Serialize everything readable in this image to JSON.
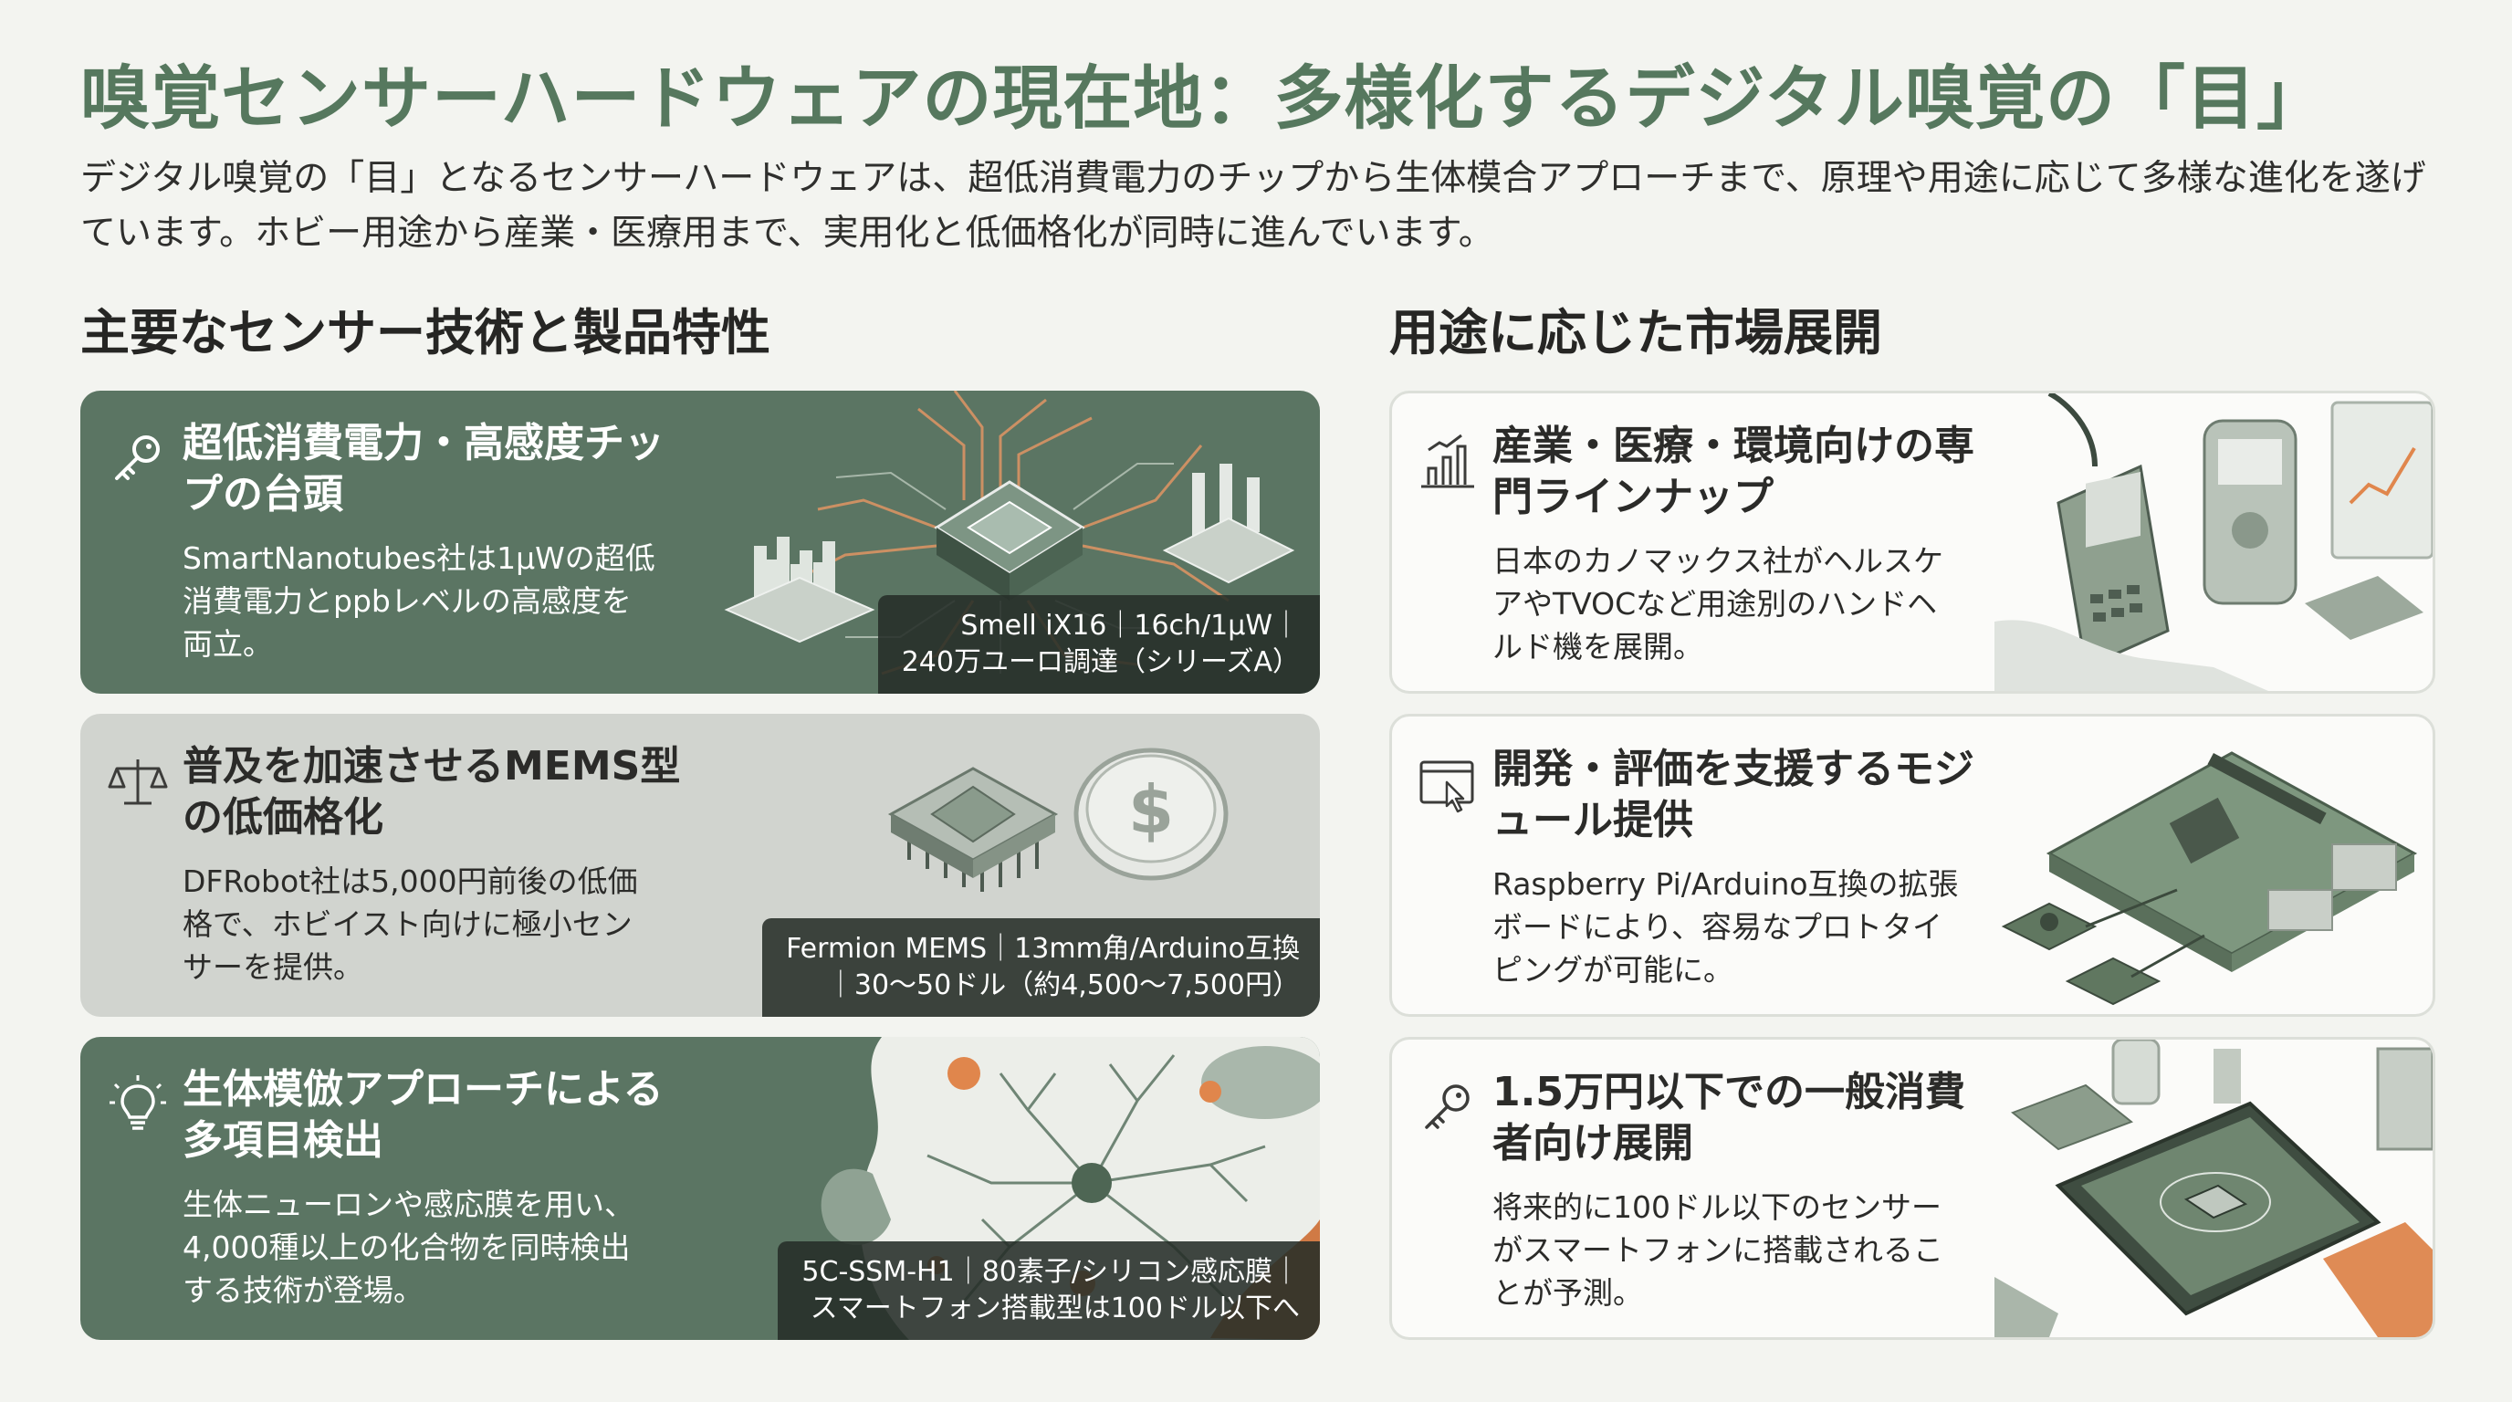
{
  "title": "嗅覚センサーハードウェアの現在地：多様化するデジタル嗅覚の「目」",
  "subtitle": "デジタル嗅覚の「目」となるセンサーハードウェアは、超低消費電力のチップから生体模合アプローチまで、原理や用途に応じて多様な進化を遂げています。ホビー用途から産業・医療用まで、実用化と低価格化が同時に進んでいます。",
  "left": {
    "heading": "主要なセンサー技術と製品特性",
    "cards": [
      {
        "title": "超低消費電力・高感度チップの台頭",
        "desc": "SmartNanotubes社は1μWの超低消費電力とppbレベルの高感度を両立。",
        "spec1": "Smell iX16｜16ch/1μW｜",
        "spec2": "240万ユーロ調達（シリーズA）",
        "icon": "key-icon"
      },
      {
        "title": "普及を加速させるMEMS型の低価格化",
        "desc": "DFRobot社は5,000円前後の低価格で、ホビイスト向けに極小センサーを提供。",
        "spec1": "Fermion MEMS｜13mm角/Arduino互換",
        "spec2": "｜30〜50ドル（約4,500〜7,500円）",
        "icon": "scale-icon"
      },
      {
        "title": "生体模倣アプローチによる多項目検出",
        "desc": "生体ニューロンや感応膜を用い、4,000種以上の化合物を同時検出する技術が登場。",
        "spec1": "5C-SSM-H1｜80素子/シリコン感応膜｜",
        "spec2": "スマートフォン搭載型は100ドル以下へ",
        "icon": "lightbulb-icon"
      }
    ]
  },
  "right": {
    "heading": "用途に応じた市場展開",
    "cards": [
      {
        "title": "産業・医療・環境向けの専門ラインナップ",
        "desc": "日本のカノマックス社がヘルスケアやTVOCなど用途別のハンドヘルド機を展開。",
        "icon": "bar-chart-icon"
      },
      {
        "title": "開発・評価を支援するモジュール提供",
        "desc": "Raspberry Pi/Arduino互換の拡張ボードにより、容易なプロトタイピングが可能に。",
        "icon": "browser-cursor-icon"
      },
      {
        "title": "1.5万円以下での一般消費者向け展開",
        "desc": "将来的に100ドル以下のセンサーがスマートフォンに搭載されることが予測。",
        "icon": "key-icon"
      }
    ]
  },
  "colors": {
    "accent": "#56785e",
    "dark_card": "#5b7563",
    "gray_card": "#d1d4cf",
    "highlight": "#e38a4d"
  }
}
